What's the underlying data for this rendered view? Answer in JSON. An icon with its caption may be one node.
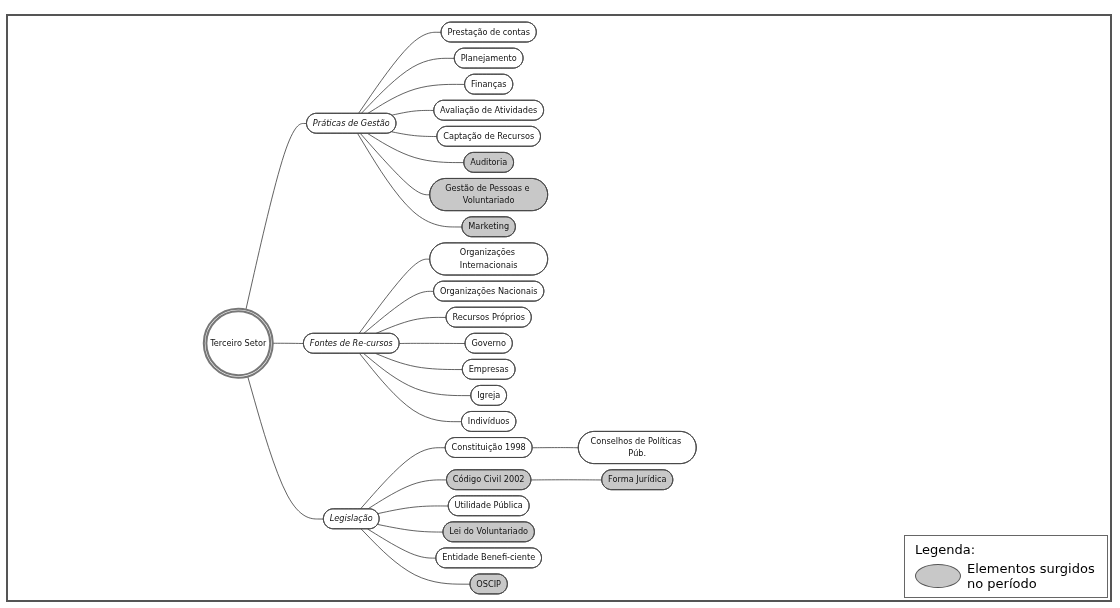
{
  "diagram": {
    "nodes": [
      {
        "text": [
          "Terceiro Setor"
        ]
      },
      {
        "text": [
          "Práticas de Gestão"
        ]
      },
      {
        "text": [
          "Prestação de contas"
        ]
      },
      {
        "text": [
          "Planejamento"
        ]
      },
      {
        "text": [
          "Finanças"
        ]
      },
      {
        "text": [
          "Avaliação de Atividades"
        ]
      },
      {
        "text": [
          "Captação de Recursos"
        ]
      },
      {
        "text": [
          "Auditoria"
        ]
      },
      {
        "text": [
          "Gestão de Pessoas e Voluntariado"
        ]
      },
      {
        "text": [
          "Marketing"
        ]
      },
      {
        "text": [
          "Fontes de Re-cursos"
        ]
      },
      {
        "text": [
          "Organizações Internacionais"
        ]
      },
      {
        "text": [
          "Organizações Nacionais"
        ]
      },
      {
        "text": [
          "Recursos Próprios"
        ]
      },
      {
        "text": [
          "Governo"
        ]
      },
      {
        "text": [
          "Empresas"
        ]
      },
      {
        "text": [
          "Igreja"
        ]
      },
      {
        "text": [
          "Indivíduos"
        ]
      },
      {
        "text": [
          "Legislação"
        ]
      },
      {
        "text": [
          "Conselhos de Políticas Púb."
        ]
      },
      {
        "text": [
          "Constituição 1998"
        ]
      },
      {
        "text": [
          "Forma Jurídica"
        ]
      },
      {
        "text": [
          "Código Civil 2002"
        ]
      },
      {
        "text": [
          "Utilidade Pública"
        ]
      },
      {
        "text": [
          "Lei do Voluntariado"
        ]
      },
      {
        "text": [
          "Entidade Benefi-ciente"
        ]
      },
      {
        "text": [
          "OSCIP"
        ]
      }
    ],
    "edges": [
      {
        "from": 0,
        "to": 1,
        "arrow": "none"
      },
      {
        "from": 1,
        "to": 2,
        "arrow": "none"
      },
      {
        "from": 1,
        "to": 3,
        "arrow": "none"
      },
      {
        "from": 1,
        "to": 4,
        "arrow": "none"
      },
      {
        "from": 1,
        "to": 5,
        "arrow": "none"
      },
      {
        "from": 1,
        "to": 6,
        "arrow": "none"
      },
      {
        "from": 1,
        "to": 7,
        "arrow": "none"
      },
      {
        "from": 1,
        "to": 8,
        "arrow": "none"
      },
      {
        "from": 1,
        "to": 9,
        "arrow": "none"
      },
      {
        "from": 0,
        "to": 10,
        "arrow": "none"
      },
      {
        "from": 10,
        "to": 11,
        "arrow": "none"
      },
      {
        "from": 10,
        "to": 12,
        "arrow": "none"
      },
      {
        "from": 10,
        "to": 13,
        "arrow": "none"
      },
      {
        "from": 10,
        "to": 14,
        "arrow": "none"
      },
      {
        "from": 10,
        "to": 15,
        "arrow": "none"
      },
      {
        "from": 10,
        "to": 16,
        "arrow": "none"
      },
      {
        "from": 10,
        "to": 17,
        "arrow": "none"
      },
      {
        "from": 0,
        "to": 18,
        "arrow": "none"
      },
      {
        "from": 18,
        "to": 20,
        "arrow": "none"
      },
      {
        "from": 20,
        "to": 19,
        "arrow": "none"
      },
      {
        "from": 18,
        "to": 22,
        "arrow": "none"
      },
      {
        "from": 22,
        "to": 21,
        "arrow": "none"
      },
      {
        "from": 18,
        "to": 23,
        "arrow": "none"
      },
      {
        "from": 18,
        "to": 24,
        "arrow": "none"
      },
      {
        "from": 18,
        "to": 25,
        "arrow": "none"
      },
      {
        "from": 18,
        "to": 26,
        "arrow": "none"
      }
    ],
    "labels": [
      "Legenda:"
    ],
    "legend": [
      {
        "text": "Elementos surgidos no período",
        "color": "#c8c8c8"
      }
    ]
  }
}
